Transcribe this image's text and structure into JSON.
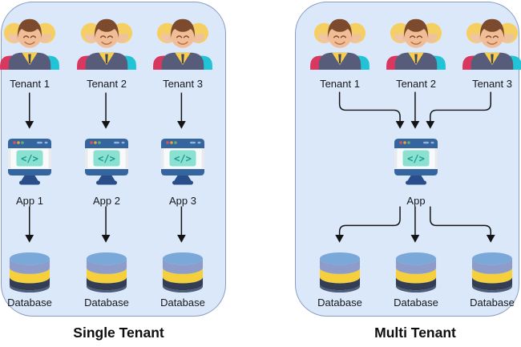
{
  "panels": {
    "single_tenant": {
      "title": "Single Tenant",
      "tenant_labels": [
        "Tenant 1",
        "Tenant 2",
        "Tenant 3"
      ],
      "app_labels": [
        "App 1",
        "App 2",
        "App 3"
      ],
      "database_labels": [
        "Database",
        "Database",
        "Database"
      ]
    },
    "multi_tenant": {
      "title": "Multi Tenant",
      "tenant_labels": [
        "Tenant 1",
        "Tenant 2",
        "Tenant 3"
      ],
      "app_label": "App",
      "database_labels": [
        "Database",
        "Database",
        "Database"
      ]
    }
  },
  "icons": {
    "users_group": "users-group-icon",
    "app_window": "app-browser-code-icon",
    "code_glyph": "</>",
    "database": "database-cylinder-icon"
  },
  "colors": {
    "panel_fill": "#dbe8fa",
    "panel_border": "#8a9cc4",
    "arrow": "#141414",
    "title_text": "#0d0e10",
    "label_text": "#16181c",
    "monitor_bar": "#35659f",
    "monitor_stand": "#2a4e8c",
    "monitor_frame": "#e8eaee",
    "code_box": "#8ae0d1",
    "code_text": "#18988e",
    "db_top": "#7aa8d9",
    "db_band_blue": "#8e9cc9",
    "db_band_yellow": "#f5d03c",
    "db_band_dark": "#333e54",
    "db_bottom": "#4e5c77",
    "person_red": "#d8385f",
    "person_teal": "#23c3d7",
    "person_suit": "#575c7b",
    "person_shirt": "#f7ce4b",
    "hair_blonde": "#f6cf63",
    "hair_brown": "#7c4a2c"
  }
}
